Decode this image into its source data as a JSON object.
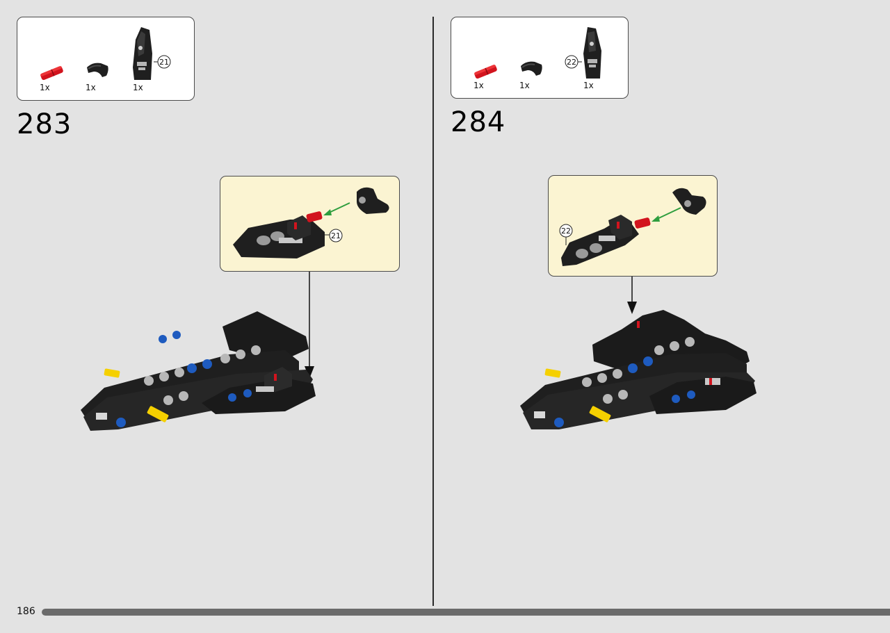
{
  "page_number": "186",
  "progress_fraction": 1.0,
  "colors": {
    "background": "#e3e3e3",
    "callout_bg": "#fbf4d2",
    "brick_black": "#1f1f1f",
    "pin_red": "#d2141e",
    "pin_blue": "#1e5bbf",
    "axle_yellow": "#f5d000",
    "arrow_green": "#2e9e3e"
  },
  "steps": [
    {
      "number": "283",
      "parts": [
        {
          "qty": "1x",
          "icon": "red-pin-icon"
        },
        {
          "qty": "1x",
          "icon": "curved-panel-icon"
        },
        {
          "qty": "1x",
          "icon": "tall-panel-icon",
          "badge": "21"
        }
      ],
      "callout_badge": "21"
    },
    {
      "number": "284",
      "parts": [
        {
          "qty": "1x",
          "icon": "red-pin-icon"
        },
        {
          "qty": "1x",
          "icon": "curved-panel-icon"
        },
        {
          "qty": "1x",
          "icon": "tall-panel-icon",
          "badge": "22"
        }
      ],
      "callout_badge": "22"
    }
  ]
}
